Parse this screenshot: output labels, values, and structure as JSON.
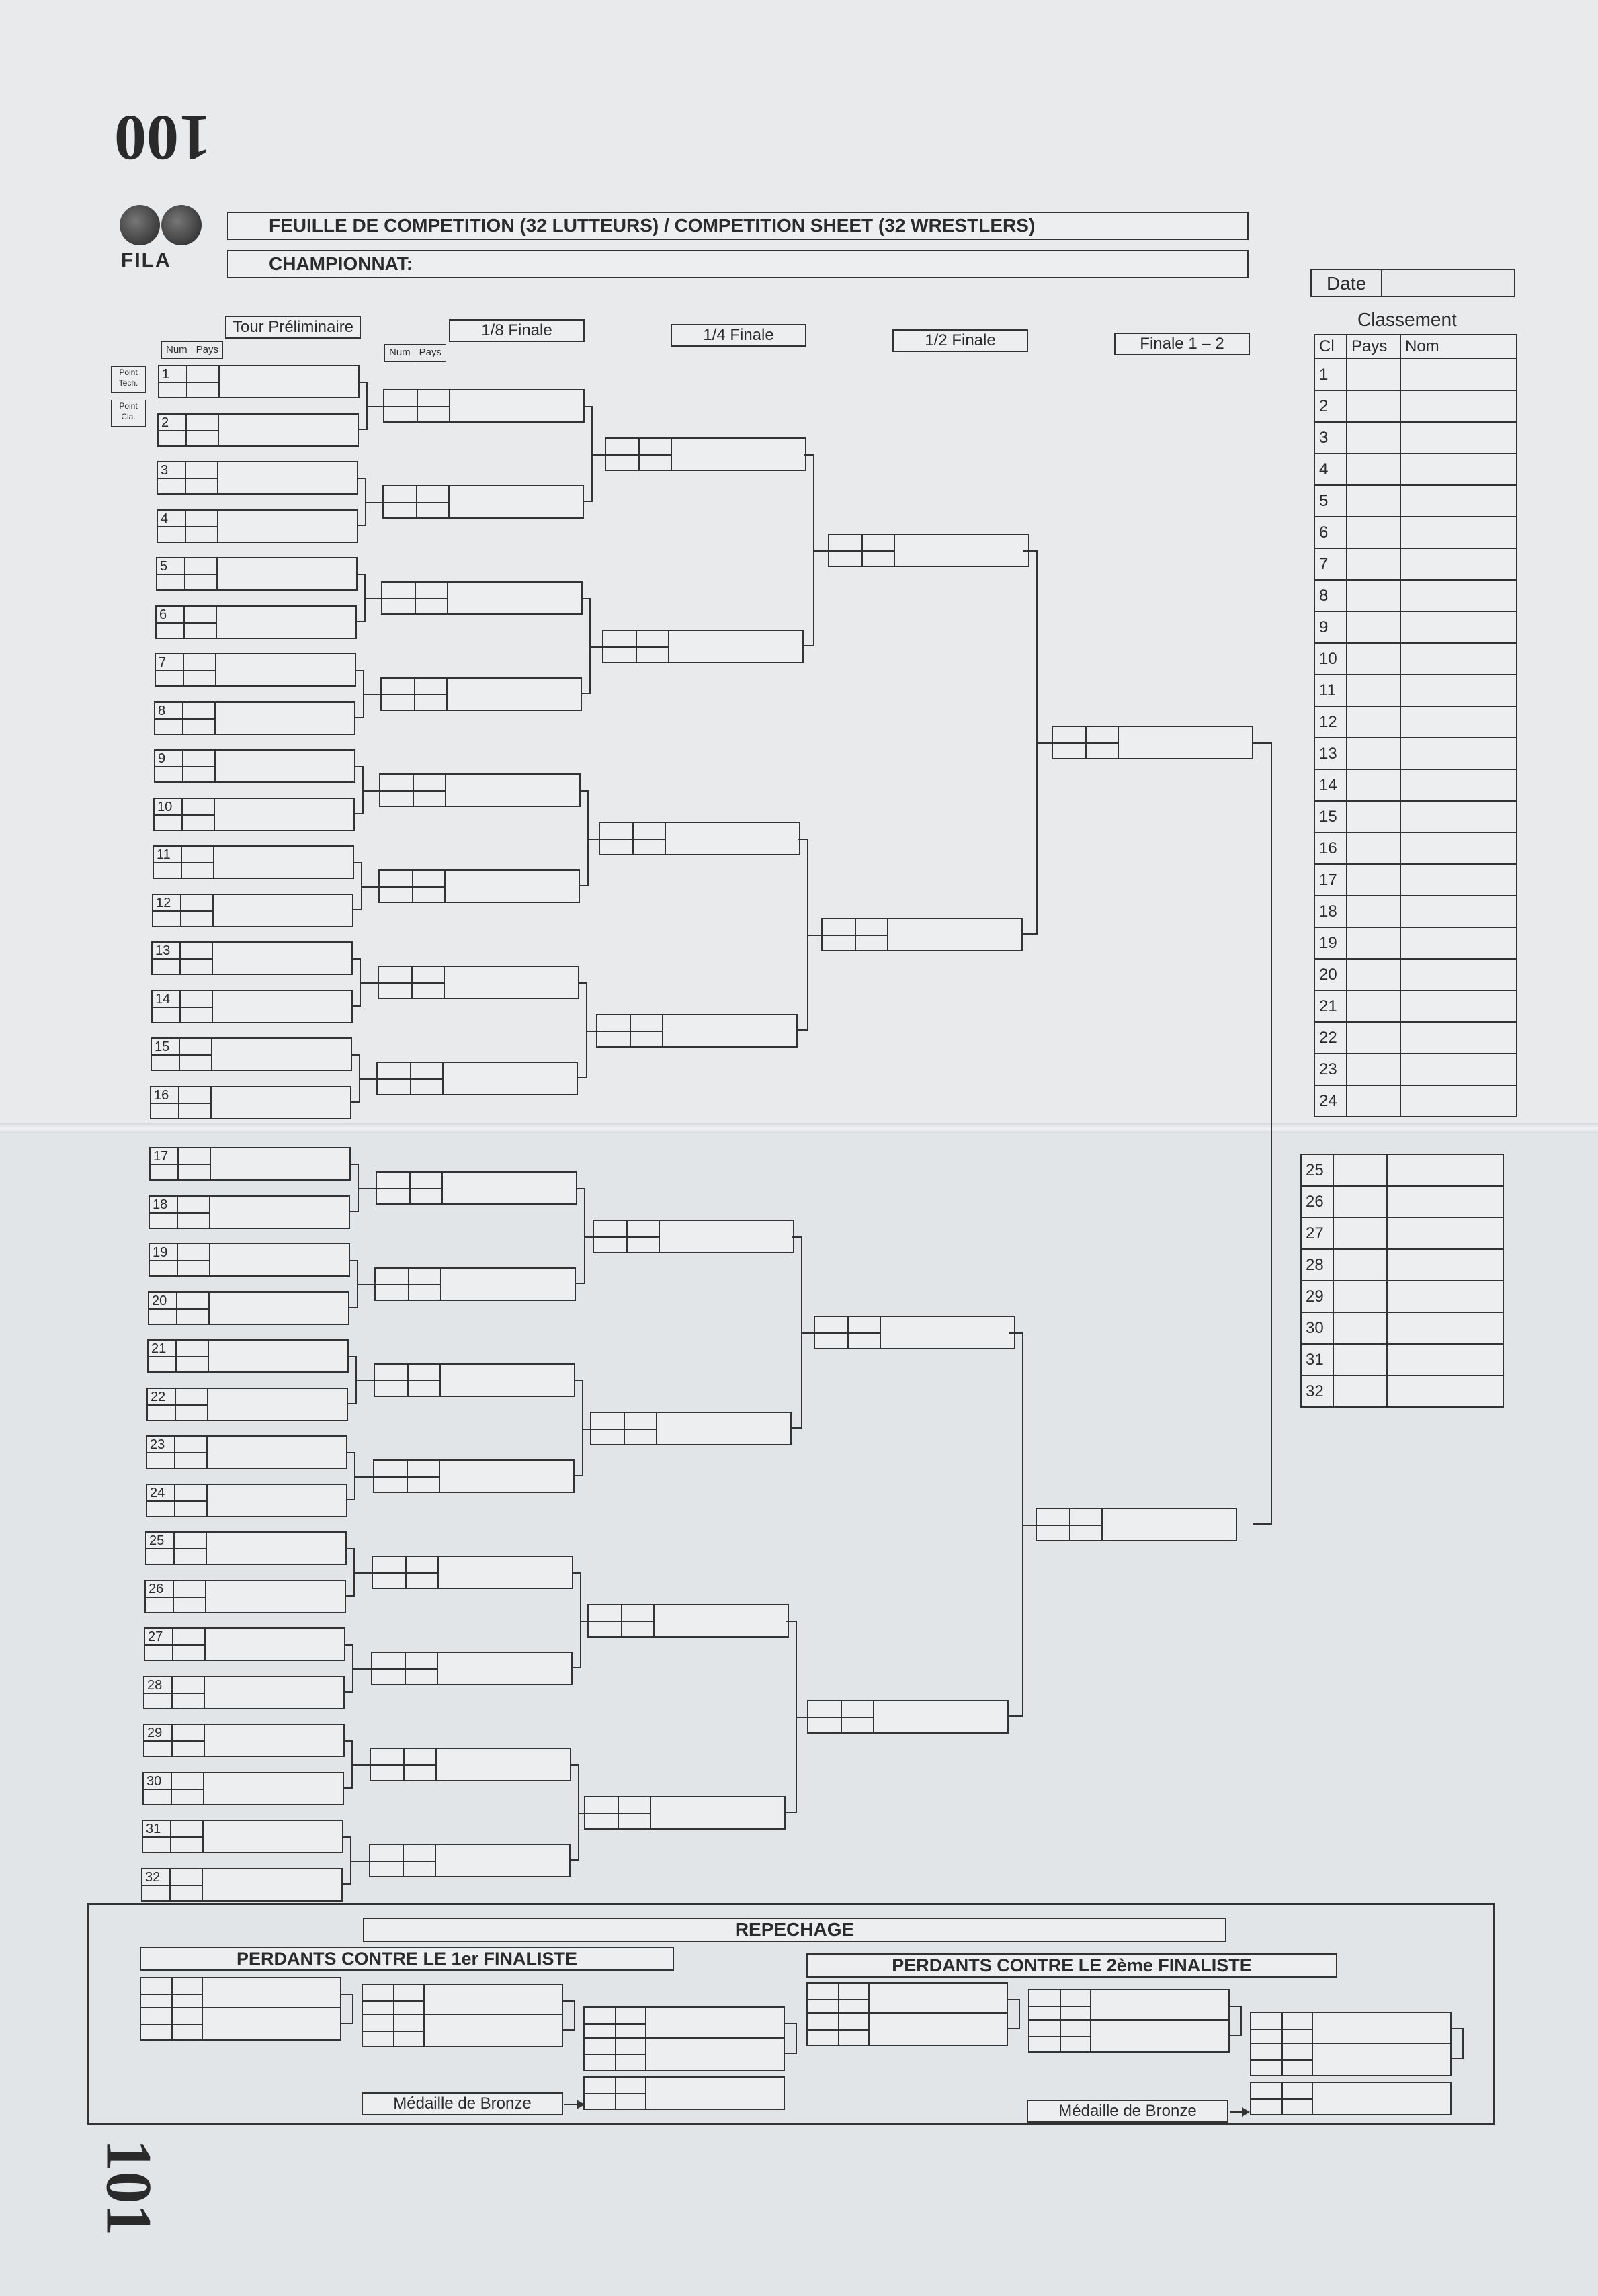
{
  "page_numbers": {
    "top": "100",
    "bottom": "101"
  },
  "logo": {
    "text": "FILA"
  },
  "header": {
    "title": "FEUILLE DE COMPETITION (32 LUTTEURS) / COMPETITION SHEET (32 WRESTLERS)",
    "championship_label": "CHAMPIONNAT:",
    "date_label": "Date"
  },
  "rounds": {
    "preliminary": "Tour Préliminaire",
    "eighth": "1/8 Finale",
    "quarter": "1/4 Finale",
    "semi": "1/2 Finale",
    "final": "Finale 1 – 2"
  },
  "column_headers": {
    "num": "Num",
    "pays": "Pays"
  },
  "point_labels": {
    "tech": "Point Tech.",
    "cla": "Point Cla."
  },
  "wrestler_numbers": [
    "1",
    "2",
    "3",
    "4",
    "5",
    "6",
    "7",
    "8",
    "9",
    "10",
    "11",
    "12",
    "13",
    "14",
    "15",
    "16",
    "17",
    "18",
    "19",
    "20",
    "21",
    "22",
    "23",
    "24",
    "25",
    "26",
    "27",
    "28",
    "29",
    "30",
    "31",
    "32"
  ],
  "classement": {
    "title": "Classement",
    "headers": [
      "Cl",
      "Pays",
      "Nom"
    ],
    "ranks_top": [
      "1",
      "2",
      "3",
      "4",
      "5",
      "6",
      "7",
      "8",
      "9",
      "10",
      "11",
      "12",
      "13",
      "14",
      "15",
      "16",
      "17",
      "18",
      "19",
      "20",
      "21",
      "22",
      "23",
      "24"
    ],
    "ranks_bottom": [
      "25",
      "26",
      "27",
      "28",
      "29",
      "30",
      "31",
      "32"
    ]
  },
  "repechage": {
    "title": "REPECHAGE",
    "left_title": "PERDANTS CONTRE LE 1er FINALISTE",
    "right_title": "PERDANTS CONTRE LE 2ème FINALISTE",
    "bronze_left": "Médaille de Bronze",
    "bronze_right": "Médaille de Bronze"
  }
}
